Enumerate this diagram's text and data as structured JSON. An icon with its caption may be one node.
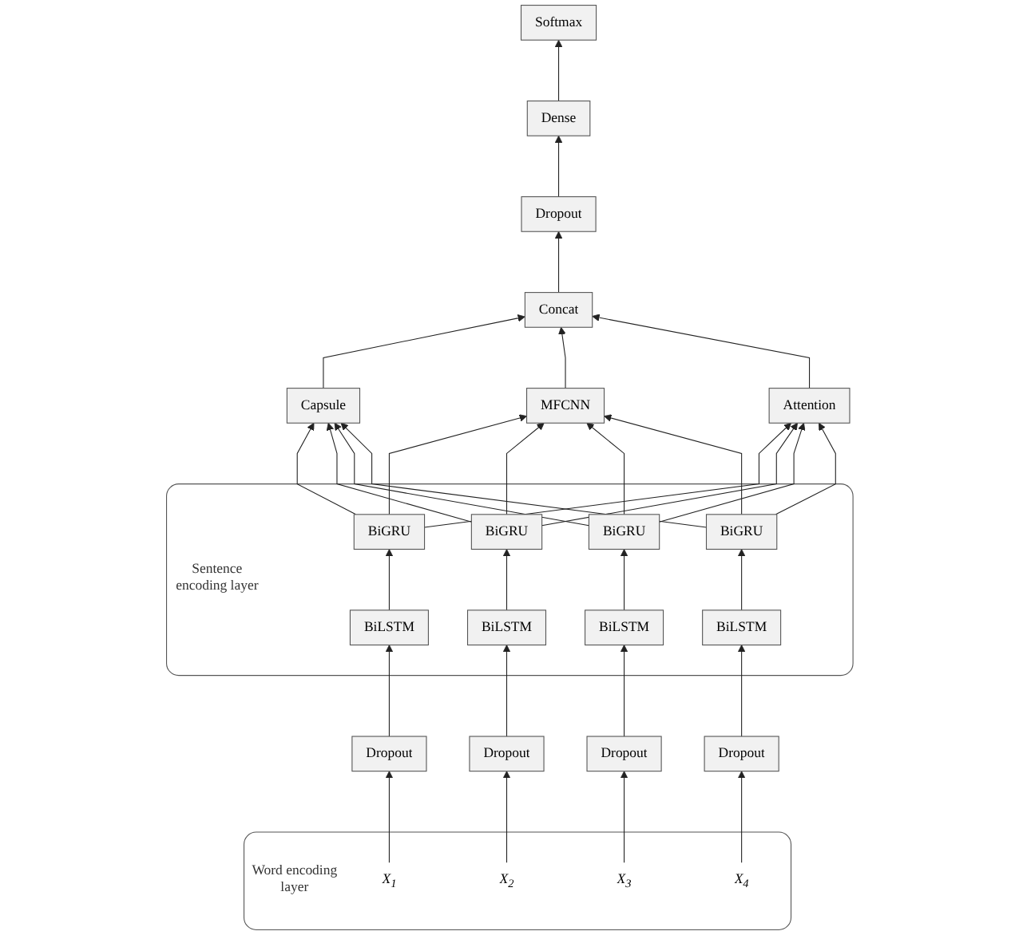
{
  "diagram": {
    "nodes": [
      {
        "text": [
          "Softmax"
        ]
      },
      {
        "text": [
          "Dense"
        ]
      },
      {
        "text": [
          "Dropout"
        ]
      },
      {
        "text": [
          "Concat"
        ]
      },
      {
        "text": [
          "Capsule"
        ]
      },
      {
        "text": [
          "MFCNN"
        ]
      },
      {
        "text": [
          "Attention"
        ]
      },
      {
        "text": [
          "Sentence encoding layer"
        ]
      },
      {
        "text": [
          "BiGRU"
        ],
        "in": 7
      },
      {
        "text": [
          "BiGRU"
        ],
        "in": 7
      },
      {
        "text": [
          "BiGRU"
        ],
        "in": 7
      },
      {
        "text": [
          "BiGRU"
        ],
        "in": 7
      },
      {
        "text": [
          "BiLSTM"
        ],
        "in": 7
      },
      {
        "text": [
          "BiLSTM"
        ],
        "in": 7
      },
      {
        "text": [
          "BiLSTM"
        ],
        "in": 7
      },
      {
        "text": [
          "BiLSTM"
        ],
        "in": 7
      },
      {
        "text": [
          "Dropout"
        ]
      },
      {
        "text": [
          "Dropout"
        ]
      },
      {
        "text": [
          "Dropout"
        ]
      },
      {
        "text": [
          "Dropout"
        ]
      },
      {
        "text": [
          "Word encoding layer"
        ]
      },
      {
        "text": [
          "X$_{1}$"
        ],
        "in": 20
      },
      {
        "text": [
          "X$_{2}$"
        ],
        "in": 20
      },
      {
        "text": [
          "X$_{3}$"
        ],
        "in": 20
      },
      {
        "text": [
          "X$_{4}$"
        ],
        "in": 20
      }
    ],
    "edges": [
      {
        "from": 1,
        "to": 0,
        "arrow": "to"
      },
      {
        "from": 2,
        "to": 1,
        "arrow": "to"
      },
      {
        "from": 3,
        "to": 2,
        "arrow": "to"
      },
      {
        "from": 4,
        "to": 3,
        "arrow": "to"
      },
      {
        "from": 5,
        "to": 3,
        "arrow": "to"
      },
      {
        "from": 6,
        "to": 3,
        "arrow": "to"
      },
      {
        "from": 8,
        "to": 4,
        "arrow": "to"
      },
      {
        "from": 8,
        "to": 5,
        "arrow": "to"
      },
      {
        "from": 8,
        "to": 6,
        "arrow": "to"
      },
      {
        "from": 9,
        "to": 4,
        "arrow": "to"
      },
      {
        "from": 9,
        "to": 5,
        "arrow": "to"
      },
      {
        "from": 9,
        "to": 6,
        "arrow": "to"
      },
      {
        "from": 10,
        "to": 4,
        "arrow": "to"
      },
      {
        "from": 10,
        "to": 5,
        "arrow": "to"
      },
      {
        "from": 10,
        "to": 6,
        "arrow": "to"
      },
      {
        "from": 11,
        "to": 4,
        "arrow": "to"
      },
      {
        "from": 11,
        "to": 5,
        "arrow": "to"
      },
      {
        "from": 11,
        "to": 6,
        "arrow": "to"
      },
      {
        "from": 12,
        "to": 8,
        "arrow": "to"
      },
      {
        "from": 13,
        "to": 9,
        "arrow": "to"
      },
      {
        "from": 14,
        "to": 10,
        "arrow": "to"
      },
      {
        "from": 15,
        "to": 11,
        "arrow": "to"
      },
      {
        "from": 16,
        "to": 12,
        "arrow": "to"
      },
      {
        "from": 17,
        "to": 13,
        "arrow": "to"
      },
      {
        "from": 18,
        "to": 14,
        "arrow": "to"
      },
      {
        "from": 19,
        "to": 15,
        "arrow": "to"
      },
      {
        "from": 21,
        "to": 16,
        "arrow": "to"
      },
      {
        "from": 22,
        "to": 17,
        "arrow": "to"
      },
      {
        "from": 23,
        "to": 18,
        "arrow": "to"
      },
      {
        "from": 24,
        "to": 19,
        "arrow": "to"
      }
    ]
  }
}
